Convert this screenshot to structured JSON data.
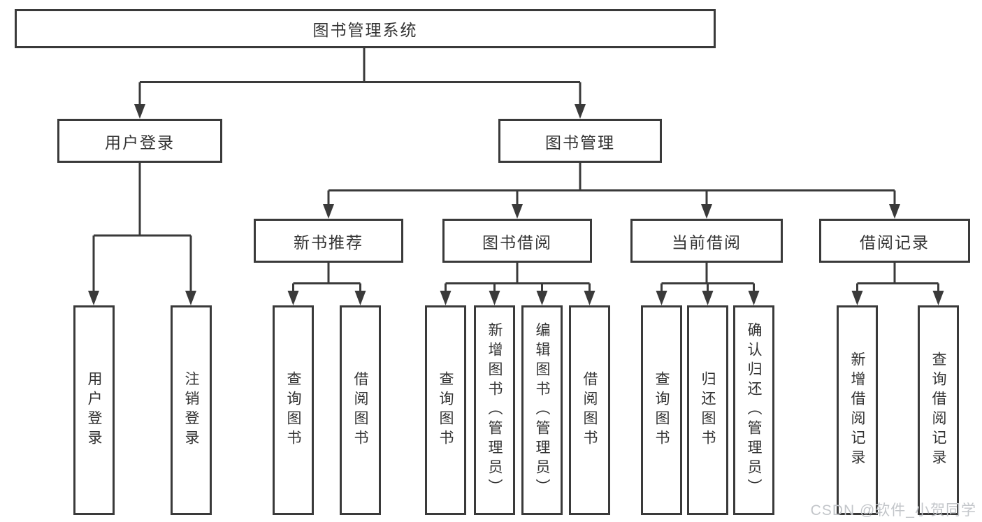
{
  "diagram": {
    "level1": {
      "label": "图书管理系统"
    },
    "level2": [
      {
        "label": "用户登录"
      },
      {
        "label": "图书管理"
      }
    ],
    "level3": [
      {
        "label": "新书推荐"
      },
      {
        "label": "图书借阅"
      },
      {
        "label": "当前借阅"
      },
      {
        "label": "借阅记录"
      }
    ],
    "leaves": {
      "user_login": [
        "用户登录",
        "注销登录"
      ],
      "new_books": [
        "查询图书",
        "借阅图书"
      ],
      "book_borrow": [
        "查询图书",
        "新增图书（管理员）",
        "编辑图书（管理员）",
        "借阅图书"
      ],
      "current_borrow": [
        "查询图书",
        "归还图书",
        "确认归还（管理员）"
      ],
      "borrow_records": [
        "新增借阅记录",
        "查询借阅记录"
      ]
    },
    "colors": {
      "line": "#3a3a3a",
      "text": "#333333",
      "background": "#ffffff",
      "watermark": "#c3c6ca"
    }
  },
  "watermark": {
    "label": "CSDN @软件_小贺同学"
  }
}
